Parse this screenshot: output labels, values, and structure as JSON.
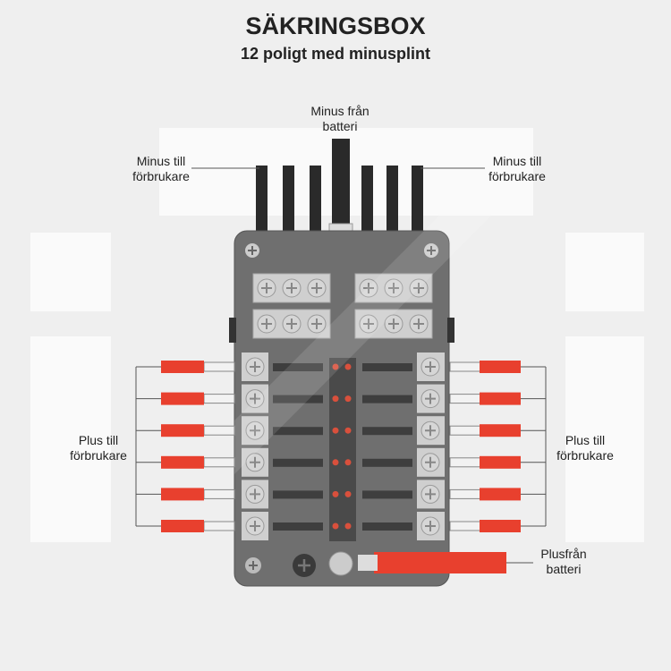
{
  "title": "SÄKRINGSBOX",
  "subtitle": "12 poligt med minusplint",
  "labels": {
    "minus_battery": [
      "Minus från",
      "batteri"
    ],
    "minus_left": [
      "Minus till",
      "förbrukare"
    ],
    "minus_right": [
      "Minus till",
      "förbrukare"
    ],
    "plus_left": [
      "Plus till",
      "förbrukare"
    ],
    "plus_right": [
      "Plus till",
      "förbrukare"
    ],
    "plus_battery": [
      "Plusfrån",
      "batteri"
    ]
  },
  "fuse_rows": 6,
  "colors": {
    "wire_red": "#e8402e",
    "wire_black": "#2a2a2a",
    "box": "#6f6f6f",
    "led": "#d9503c"
  }
}
